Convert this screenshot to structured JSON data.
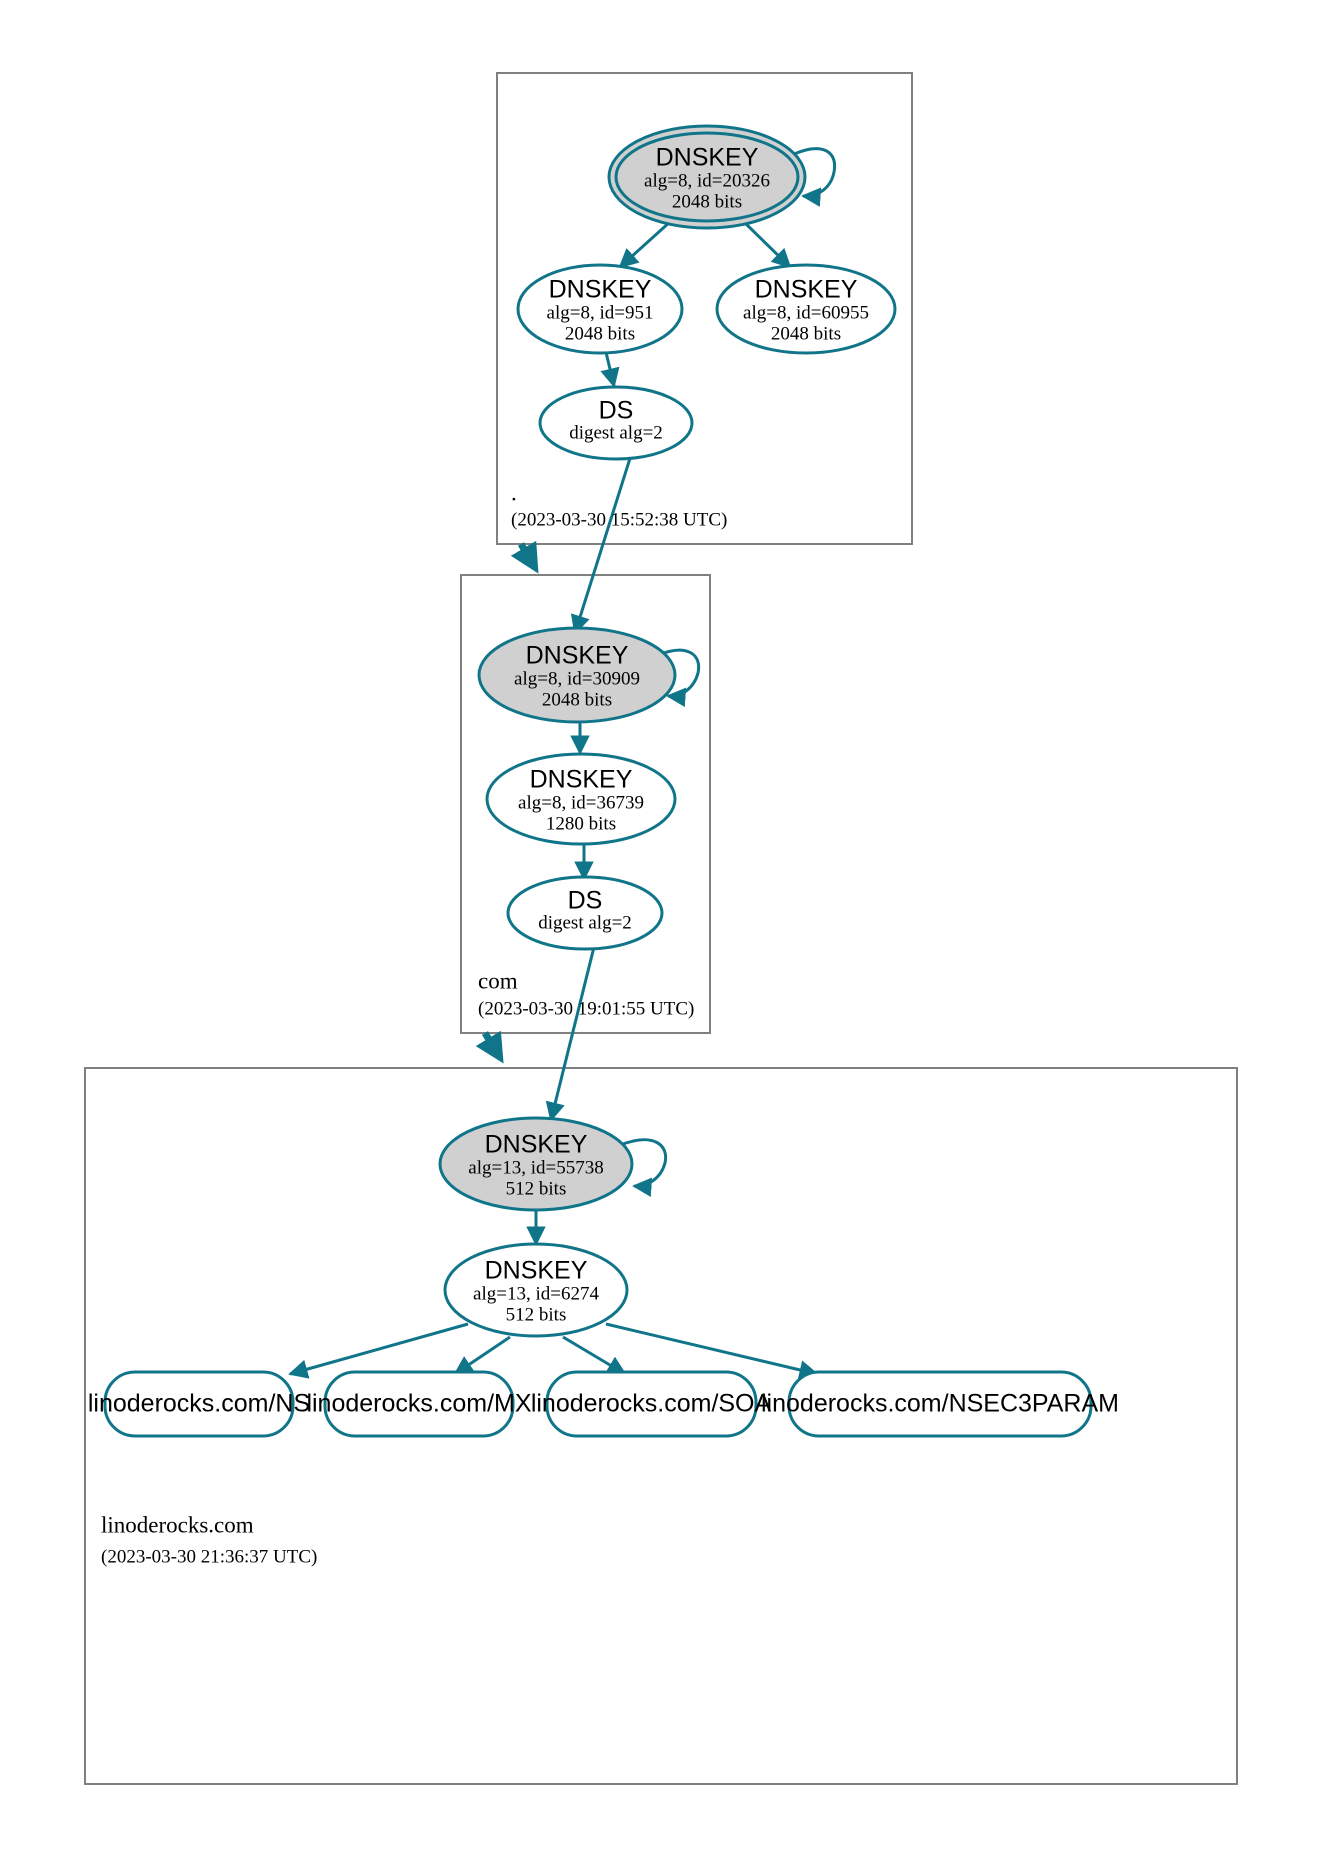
{
  "diagram": {
    "type": "dnssec-chain-of-trust",
    "accent_color": "#11758a",
    "secure_fill": "#d0d0d0",
    "box_stroke": "#808080",
    "background": "#ffffff"
  },
  "zones": [
    {
      "id": "root",
      "label": ".",
      "timestamp": "(2023-03-30 15:52:38 UTC)",
      "nodes": [
        {
          "id": "root-ksk",
          "kind": "DNSKEY",
          "title": "DNSKEY",
          "params": "alg=8, id=20326",
          "bits": "2048 bits",
          "trust_anchor": true,
          "self_signed": true,
          "shaded": true
        },
        {
          "id": "root-zsk-951",
          "kind": "DNSKEY",
          "title": "DNSKEY",
          "params": "alg=8, id=951",
          "bits": "2048 bits",
          "trust_anchor": false,
          "self_signed": false,
          "shaded": false
        },
        {
          "id": "root-zsk-60955",
          "kind": "DNSKEY",
          "title": "DNSKEY",
          "params": "alg=8, id=60955",
          "bits": "2048 bits",
          "trust_anchor": false,
          "self_signed": false,
          "shaded": false
        },
        {
          "id": "root-ds",
          "kind": "DS",
          "title": "DS",
          "params": "digest alg=2",
          "bits": "",
          "trust_anchor": false,
          "self_signed": false,
          "shaded": false
        }
      ]
    },
    {
      "id": "com",
      "label": "com",
      "timestamp": "(2023-03-30 19:01:55 UTC)",
      "nodes": [
        {
          "id": "com-ksk",
          "kind": "DNSKEY",
          "title": "DNSKEY",
          "params": "alg=8, id=30909",
          "bits": "2048 bits",
          "trust_anchor": false,
          "self_signed": true,
          "shaded": true
        },
        {
          "id": "com-zsk",
          "kind": "DNSKEY",
          "title": "DNSKEY",
          "params": "alg=8, id=36739",
          "bits": "1280 bits",
          "trust_anchor": false,
          "self_signed": false,
          "shaded": false
        },
        {
          "id": "com-ds",
          "kind": "DS",
          "title": "DS",
          "params": "digest alg=2",
          "bits": "",
          "trust_anchor": false,
          "self_signed": false,
          "shaded": false
        }
      ]
    },
    {
      "id": "linoderocks",
      "label": "linoderocks.com",
      "timestamp": "(2023-03-30 21:36:37 UTC)",
      "nodes": [
        {
          "id": "lr-ksk",
          "kind": "DNSKEY",
          "title": "DNSKEY",
          "params": "alg=13, id=55738",
          "bits": "512 bits",
          "trust_anchor": false,
          "self_signed": true,
          "shaded": true
        },
        {
          "id": "lr-zsk",
          "kind": "DNSKEY",
          "title": "DNSKEY",
          "params": "alg=13, id=6274",
          "bits": "512 bits",
          "trust_anchor": false,
          "self_signed": false,
          "shaded": false
        }
      ],
      "rrsets": [
        {
          "id": "rr-ns",
          "label": "linoderocks.com/NS"
        },
        {
          "id": "rr-mx",
          "label": "linoderocks.com/MX"
        },
        {
          "id": "rr-soa",
          "label": "linoderocks.com/SOA"
        },
        {
          "id": "rr-nsec3param",
          "label": "linoderocks.com/NSEC3PARAM"
        }
      ]
    }
  ],
  "edges": [
    {
      "from": "root-ksk",
      "to": "root-ksk",
      "kind": "self-sign"
    },
    {
      "from": "root-ksk",
      "to": "root-zsk-951",
      "kind": "sign"
    },
    {
      "from": "root-ksk",
      "to": "root-zsk-60955",
      "kind": "sign"
    },
    {
      "from": "root-zsk-951",
      "to": "root-ds",
      "kind": "sign"
    },
    {
      "from": "root-ds",
      "to": "com-ksk",
      "kind": "delegate"
    },
    {
      "from": "root",
      "to": "com",
      "kind": "zone-delegation"
    },
    {
      "from": "com-ksk",
      "to": "com-ksk",
      "kind": "self-sign"
    },
    {
      "from": "com-ksk",
      "to": "com-zsk",
      "kind": "sign"
    },
    {
      "from": "com-zsk",
      "to": "com-ds",
      "kind": "sign"
    },
    {
      "from": "com-ds",
      "to": "lr-ksk",
      "kind": "delegate"
    },
    {
      "from": "com",
      "to": "linoderocks",
      "kind": "zone-delegation"
    },
    {
      "from": "lr-ksk",
      "to": "lr-ksk",
      "kind": "self-sign"
    },
    {
      "from": "lr-ksk",
      "to": "lr-zsk",
      "kind": "sign"
    },
    {
      "from": "lr-zsk",
      "to": "rr-ns",
      "kind": "sign"
    },
    {
      "from": "lr-zsk",
      "to": "rr-mx",
      "kind": "sign"
    },
    {
      "from": "lr-zsk",
      "to": "rr-soa",
      "kind": "sign"
    },
    {
      "from": "lr-zsk",
      "to": "rr-nsec3param",
      "kind": "sign"
    }
  ]
}
